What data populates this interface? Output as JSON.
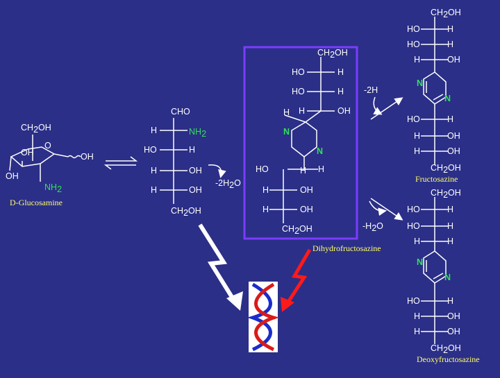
{
  "colors": {
    "background": "#2b2f87",
    "bonds": "#ffffff",
    "nitrogen": "#33e05a",
    "captions": "#ffff66",
    "highlight_box": "#7b3cff",
    "arrow_red": "#ff1a1a"
  },
  "captions": {
    "glucosamine": "D-Glucosamine",
    "dihydrofructosazine": "Dihydrofructosazine",
    "fructosazine": "Fructosazine",
    "deoxyfructosazine": "Deoxyfructosazine"
  },
  "reagents": {
    "minus_2h2o": "-2H2O",
    "minus_2h": "-2H",
    "minus_h2o": "-H2O"
  },
  "labels": {
    "ch2oh": "CH2OH",
    "cho": "CHO",
    "oh": "OH",
    "ho": "HO",
    "h": "H",
    "o": "O",
    "n": "N",
    "nh2": "NH2"
  },
  "icons": {
    "dna": "dna-double-helix-icon"
  }
}
